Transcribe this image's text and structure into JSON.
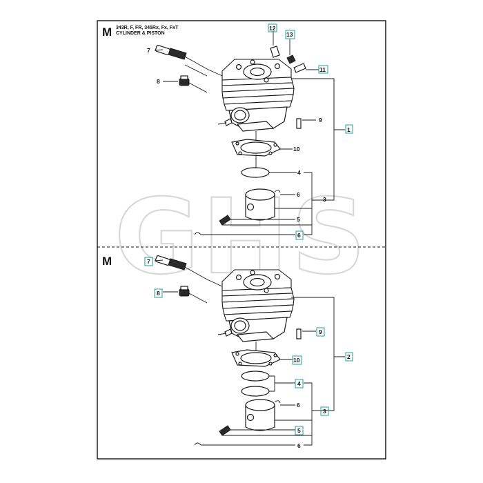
{
  "header": {
    "section_letter": "M",
    "models": "343R, F, FR, 345Rx, Fx, FxT",
    "subtitle": "CYLINDER & PISTON"
  },
  "lower_section": {
    "section_letter": "M"
  },
  "watermark": {
    "text": "GHS"
  },
  "upper_callouts": {
    "c7": "7",
    "c8": "8",
    "c9": "9",
    "c10": "10",
    "c11": "11",
    "c12": "12",
    "c13": "13",
    "c1": "1",
    "c3": "3",
    "c4": "4",
    "c5": "5",
    "c6a": "6",
    "c6b": "6"
  },
  "lower_callouts": {
    "c7": "7",
    "c8": "8",
    "c9": "9",
    "c10": "10",
    "c2": "2",
    "c3": "3",
    "c4": "4",
    "c5": "5",
    "c6a": "6",
    "c6b": "6"
  },
  "colors": {
    "highlight_box": "#1aa39a",
    "ink": "#1a1a1a"
  }
}
